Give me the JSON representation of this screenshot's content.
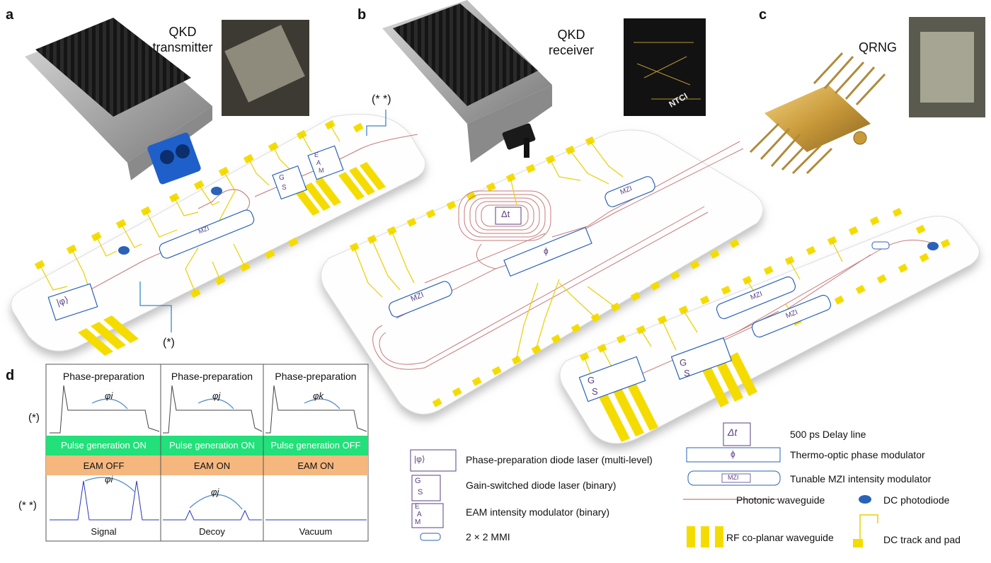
{
  "panels": {
    "a": {
      "letter": "a",
      "title_line1": "QKD",
      "title_line2": "transmitter"
    },
    "b": {
      "letter": "b",
      "title_line1": "QKD",
      "title_line2": "receiver"
    },
    "c": {
      "letter": "c",
      "title": "QRNG"
    },
    "d": {
      "letter": "d"
    }
  },
  "chip_labels": {
    "star": "(*)",
    "double_star": "(* *)",
    "mzi": "MZI",
    "phi": "ϕ",
    "delta_t": "Δt",
    "gs_g": "G",
    "gs_s": "S",
    "eam_e": "E",
    "eam_a": "A",
    "eam_m": "M",
    "phase_laser": "|φ⟩",
    "camera_label": "NTCI"
  },
  "panel_d": {
    "row_labels": {
      "top": "(*)",
      "bottom": "(* *)"
    },
    "columns": [
      {
        "title": "Phase-preparation",
        "phase": "φi",
        "phase_sub": "i",
        "pulse": "Pulse generation ON",
        "eam": "EAM OFF",
        "state": "Signal"
      },
      {
        "title": "Phase-preparation",
        "phase": "φj",
        "phase_sub": "j",
        "pulse": "Pulse generation ON",
        "eam": "EAM ON",
        "state": "Decoy"
      },
      {
        "title": "Phase-preparation",
        "phase": "φk",
        "phase_sub": "k",
        "pulse": "Pulse generation OFF",
        "eam": "EAM ON",
        "state": "Vacuum"
      }
    ],
    "bottom_phases": [
      "φi",
      "φj"
    ]
  },
  "legend": {
    "phase_laser": "Phase-preparation diode laser (multi-level)",
    "gs_laser": "Gain-switched diode laser (binary)",
    "eam": "EAM intensity modulator (binary)",
    "mmi": "2 × 2 MMI",
    "delay": "500 ps Delay line",
    "thermo": "Thermo-optic phase modulator",
    "mzi": "Tunable MZI intensity modulator",
    "waveguide": "Photonic waveguide",
    "photodiode": "DC photodiode",
    "rf": "RF co-planar waveguide",
    "dc_track": "DC track and pad"
  },
  "colors": {
    "yellow": "#f5dc00",
    "green": "#22e07a",
    "orange": "#f5b77e",
    "waveguide": "#c77b7b",
    "blue": "#2a62b8",
    "purple": "#5a3f82",
    "signal_blue": "#2b39b5"
  }
}
